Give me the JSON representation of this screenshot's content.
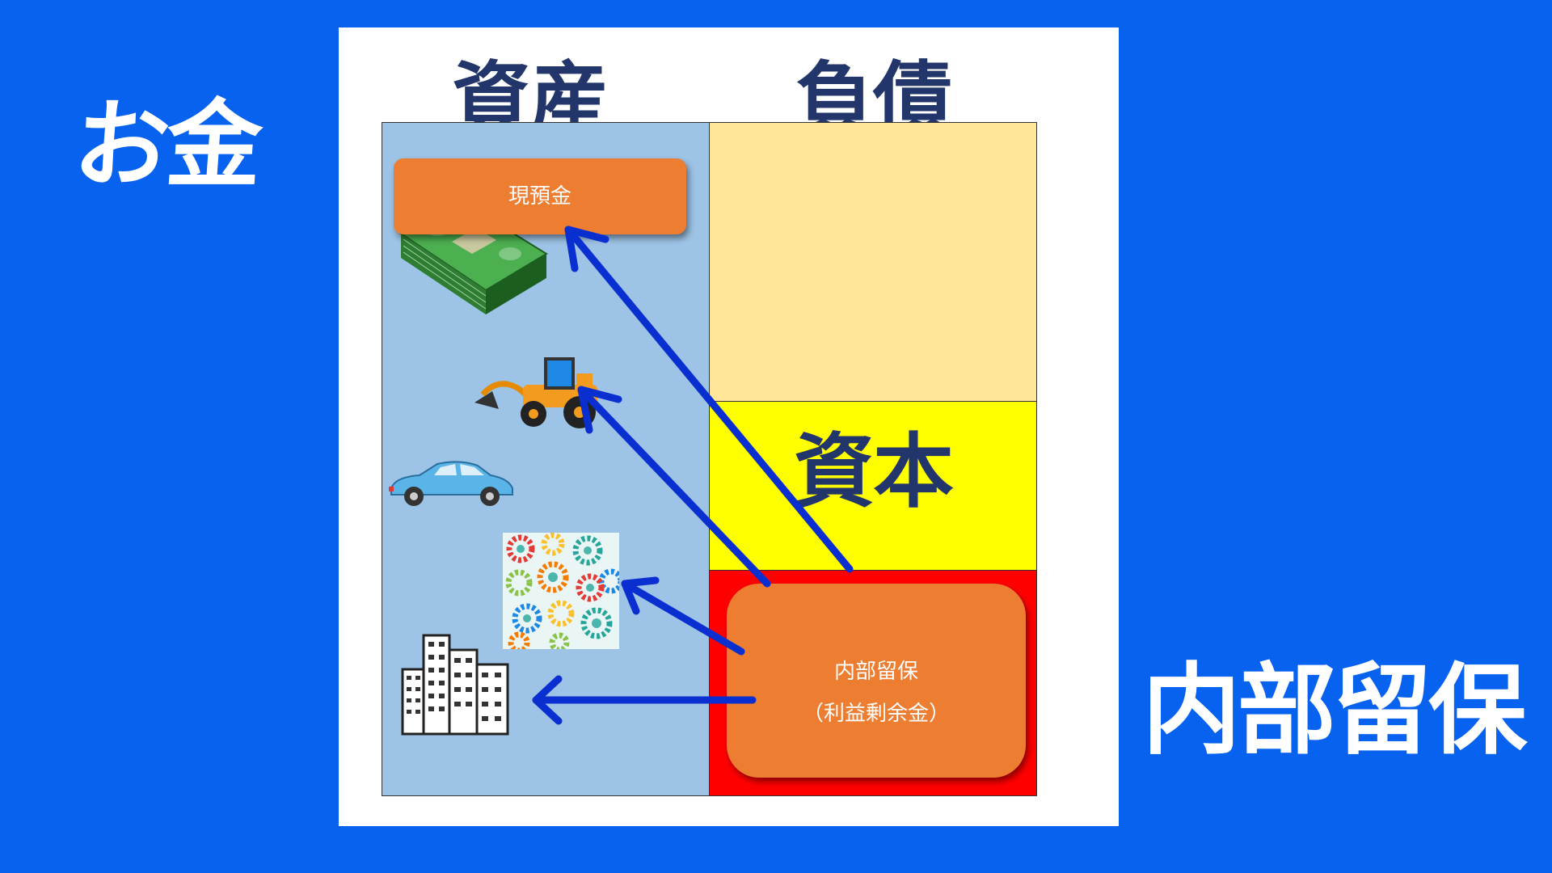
{
  "left_title": "お金",
  "right_title": "内部留保",
  "balance_sheet": {
    "assets_header": "資産",
    "liabilities_header": "負債",
    "capital_label": "資本",
    "cash_label": "現預金",
    "retained_earnings": {
      "line1": "内部留保",
      "line2": "（利益剰余金）"
    }
  },
  "icons": [
    "cash-stack-icon",
    "wheel-loader-icon",
    "car-icon",
    "gears-pattern-icon",
    "buildings-icon"
  ],
  "colors": {
    "background": "#0762F0",
    "assets": "#9DC3E6",
    "liabilities": "#FFE699",
    "capital": "#FFFF00",
    "retained_earnings_area": "#FF0000",
    "orange_box": "#ED7D31",
    "header_text": "#22366B",
    "arrow": "#0A2FD0"
  }
}
